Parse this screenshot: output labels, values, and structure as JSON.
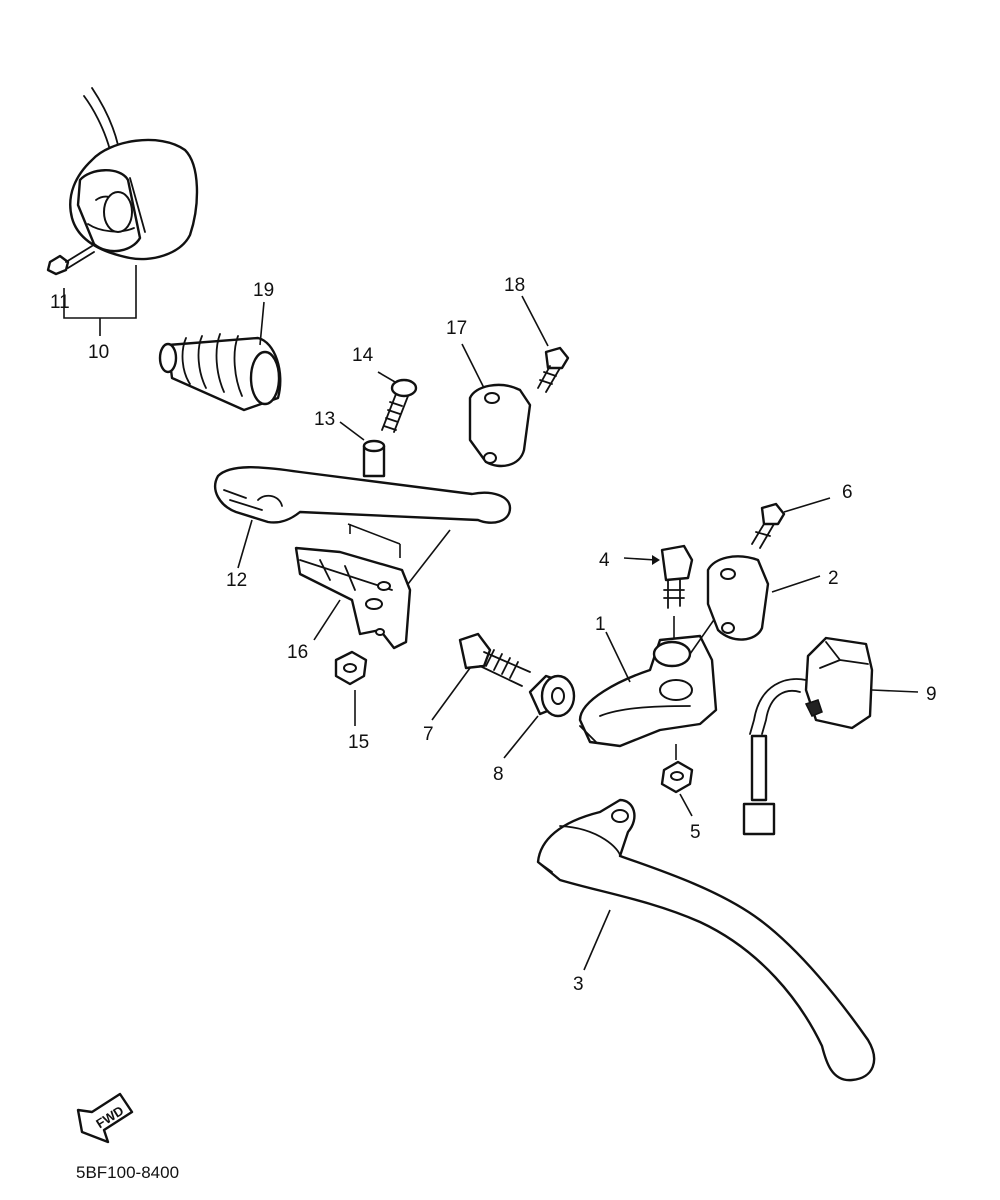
{
  "diagram": {
    "drawing_code": "5BF100-8400",
    "direction_arrow": "FWD",
    "callouts": [
      "1",
      "2",
      "3",
      "4",
      "5",
      "6",
      "7",
      "8",
      "9",
      "10",
      "11",
      "12",
      "13",
      "14",
      "15",
      "16",
      "17",
      "18",
      "19"
    ]
  }
}
